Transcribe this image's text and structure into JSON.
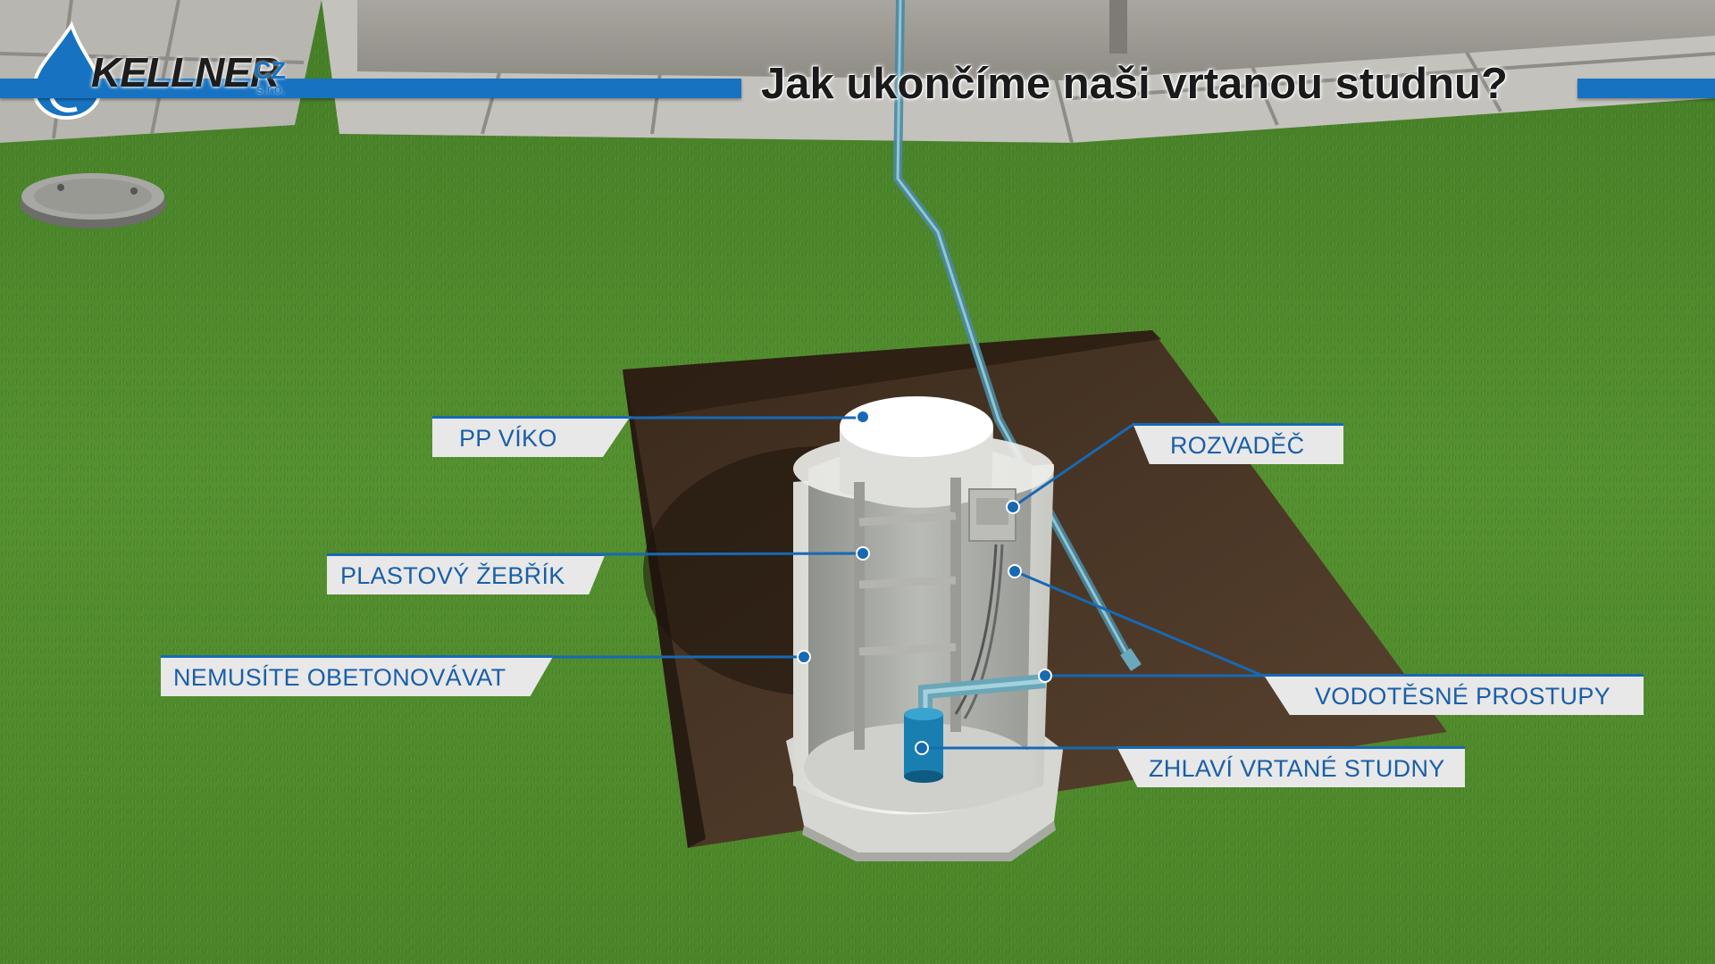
{
  "title": "Jak ukončíme naši vrtanou studnu?",
  "logo": {
    "name": "KELLNER",
    "suffix": "CZ",
    "legal": "s.r.o."
  },
  "labels": {
    "cover": "PP VÍKO",
    "switchboard": "ROZVADĚČ",
    "ladder": "PLASTOVÝ ŽEBŘÍK",
    "concrete": "NEMUSÍTE OBETONOVÁVAT",
    "seals": "VODOTĚSNÉ PROSTUPY",
    "wellhead": "ZHLAVÍ VRTANÉ STUDNY"
  },
  "colors": {
    "accent": "#1773c2",
    "label_text": "#1a5fa8",
    "label_bg": "#e8e8e8",
    "grass": "#4f8a2c"
  }
}
